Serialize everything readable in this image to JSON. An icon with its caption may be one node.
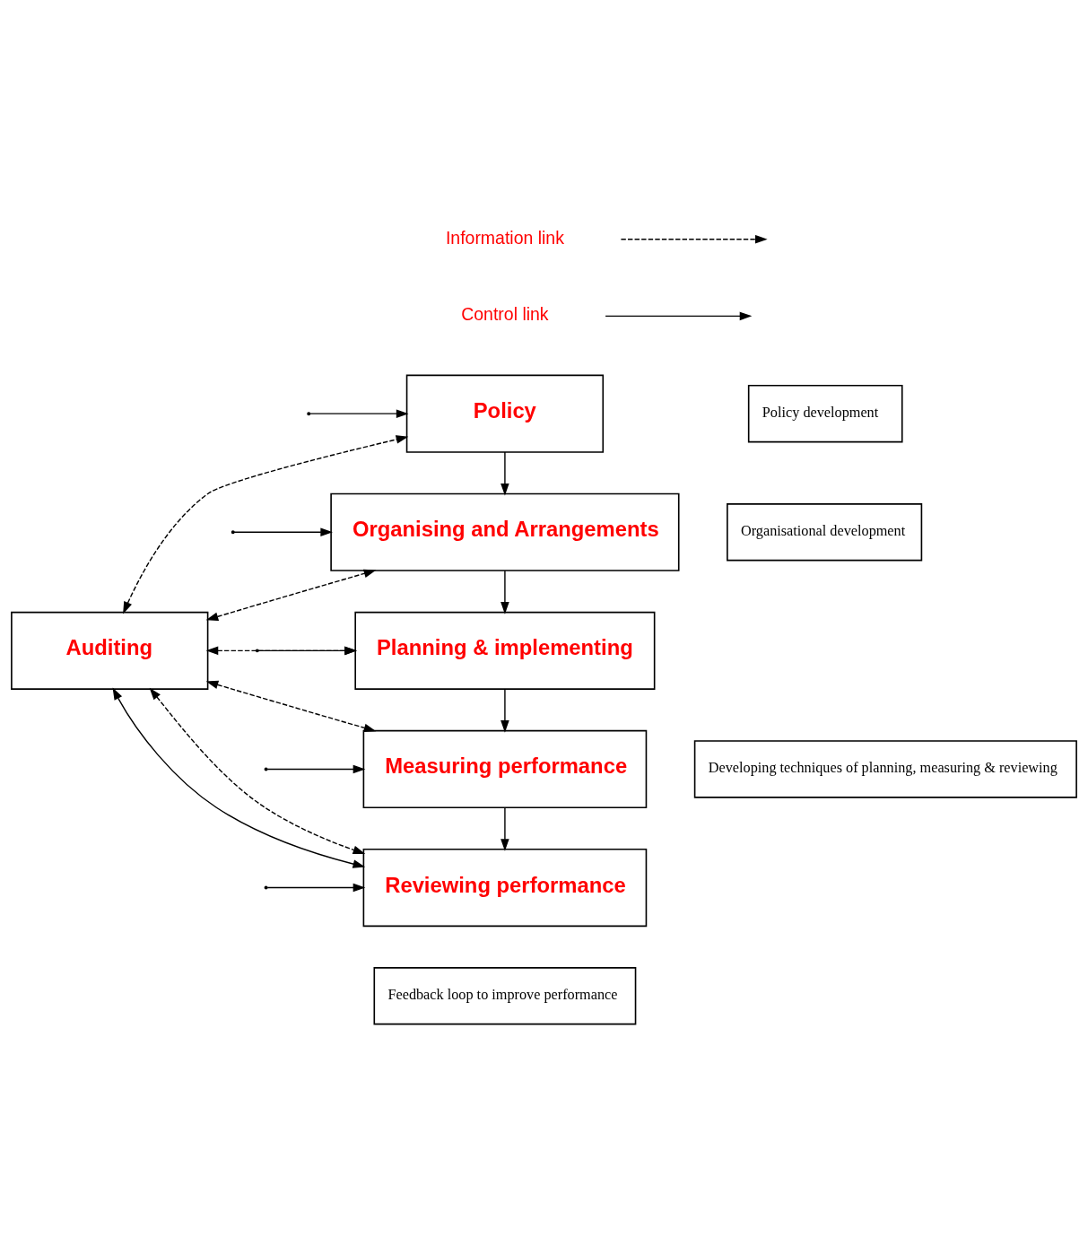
{
  "diagram": {
    "nodes": [
      {
        "text": [
          "Policy"
        ]
      },
      {
        "text": [
          "Organising and Arrangements"
        ]
      },
      {
        "text": [
          "Planning & implementing"
        ]
      },
      {
        "text": [
          "Measuring performance"
        ]
      },
      {
        "text": [
          "Reviewing performance"
        ]
      },
      {
        "text": [
          "Auditing"
        ]
      },
      {
        "text": [
          "Policy development"
        ]
      },
      {
        "text": [
          "Organisational development"
        ]
      },
      {
        "text": [
          "Developing techniques of planning, measuring & reviewing"
        ]
      },
      {
        "text": [
          "Feedback loop to improve performance"
        ]
      }
    ],
    "edges": [
      {
        "from": 0,
        "to": 1,
        "arrow": "to"
      },
      {
        "from": 1,
        "to": 2,
        "arrow": "to"
      },
      {
        "from": 2,
        "to": 3,
        "arrow": "to"
      },
      {
        "from": 3,
        "to": 4,
        "arrow": "to"
      },
      {
        "from": null,
        "to": 0,
        "arrow": "to"
      },
      {
        "from": null,
        "to": 1,
        "arrow": "to"
      },
      {
        "from": null,
        "to": 2,
        "arrow": "to"
      },
      {
        "from": null,
        "to": 3,
        "arrow": "to"
      },
      {
        "from": null,
        "to": 4,
        "arrow": "to"
      },
      {
        "from": 5,
        "to": 4,
        "arrow": "both"
      },
      {
        "from": 5,
        "to": 0,
        "arrow": "both",
        "style": "dashed"
      },
      {
        "from": 5,
        "to": 1,
        "arrow": "both",
        "style": "dashed"
      },
      {
        "from": 5,
        "to": 2,
        "arrow": "both",
        "style": "dashed"
      },
      {
        "from": 5,
        "to": 3,
        "arrow": "both",
        "style": "dashed"
      },
      {
        "from": 5,
        "to": 4,
        "arrow": "both",
        "style": "dashed"
      }
    ],
    "legend": [
      {
        "text": "Information link"
      },
      {
        "text": "Control link"
      }
    ]
  }
}
